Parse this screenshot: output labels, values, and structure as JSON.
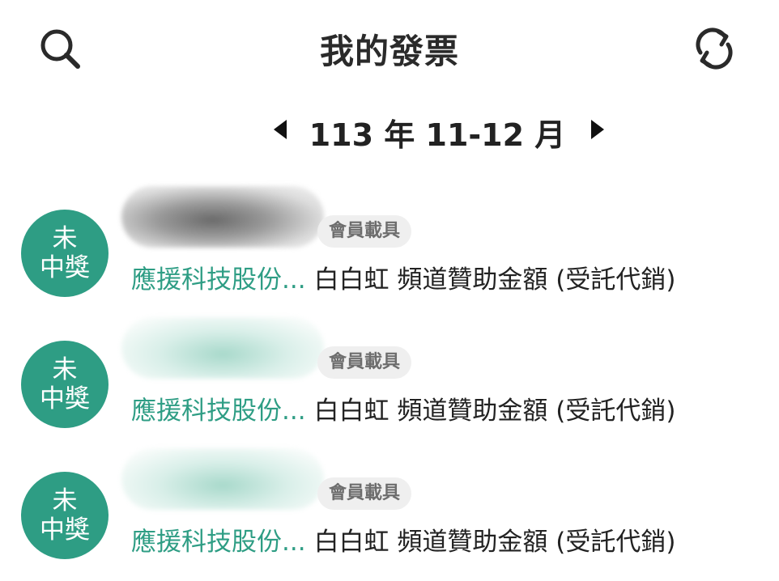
{
  "header": {
    "title": "我的發票",
    "search_icon": "search-icon",
    "refresh_icon": "refresh-icon"
  },
  "period": {
    "label": "113 年 11-12 月",
    "prev_icon": "triangle-left-icon",
    "next_icon": "triangle-right-icon"
  },
  "invoices": [
    {
      "status_line1": "未",
      "status_line2": "中獎",
      "invoice_number": "",
      "carrier": "會員載具",
      "seller": "應援科技股份...",
      "description": "白白虹 頻道贊助金額 (受託代銷)"
    },
    {
      "status_line1": "未",
      "status_line2": "中獎",
      "invoice_number": "",
      "carrier": "會員載具",
      "seller": "應援科技股份...",
      "description": "白白虹 頻道贊助金額 (受託代銷)"
    },
    {
      "status_line1": "未",
      "status_line2": "中獎",
      "invoice_number": "",
      "carrier": "會員載具",
      "seller": "應援科技股份...",
      "description": "白白虹 頻道贊助金額 (受託代銷)"
    }
  ],
  "colors": {
    "accent": "#2e9d84",
    "text": "#222222",
    "tag_bg": "#efefef"
  }
}
